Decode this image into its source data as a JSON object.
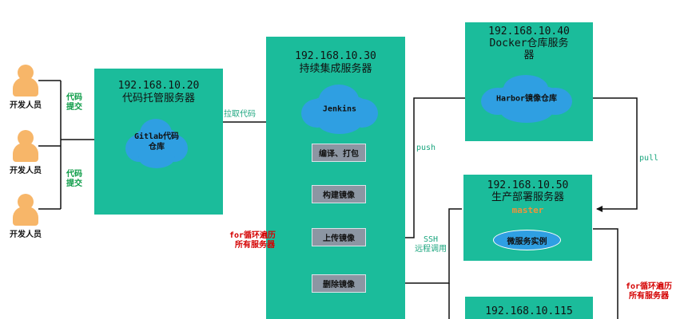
{
  "developers": [
    {
      "label": "开发人员"
    },
    {
      "label": "开发人员"
    },
    {
      "label": "开发人员"
    }
  ],
  "dev_labels": {
    "commit_top": [
      "代码",
      "提交"
    ],
    "commit_bottom": [
      "代码",
      "提交"
    ]
  },
  "gitlab_server": {
    "ip": "192.168.10.20",
    "name": "代码托管服务器",
    "repo": [
      "Gitlab代码",
      "仓库"
    ]
  },
  "ci_server": {
    "ip": "192.168.10.30",
    "name": "持续集成服务器",
    "tool": "Jenkins",
    "steps": [
      "编译、打包",
      "构建镜像",
      "上传镜像",
      "删除镜像"
    ],
    "loop_note": [
      "for循环遍历",
      "所有服务器"
    ]
  },
  "docker_server": {
    "ip": "192.168.10.40",
    "name": [
      "Docker仓库服务",
      "器"
    ],
    "repo": "Harbor镜像仓库"
  },
  "prod_server": {
    "ip": "192.168.10.50",
    "name": "生产部署服务器",
    "tag": "master",
    "service": "微服务实例",
    "loop_note": [
      "for循环遍历",
      "所有服务器"
    ]
  },
  "prod_server_2": {
    "ip": "192.168.10.115"
  },
  "edge_labels": {
    "pull_code": "拉取代码",
    "push": "push",
    "pull": "pull",
    "ssh": [
      "SSH",
      "远程调用"
    ]
  },
  "colors": {
    "server_fill": "#1bbc9b",
    "cloud_fill": "#2f9fe2",
    "step_fill": "#8c96a3",
    "person_fill": "#f7b669",
    "edge_label_green": "#1aa57e",
    "loop_note_red": "#d40000"
  }
}
